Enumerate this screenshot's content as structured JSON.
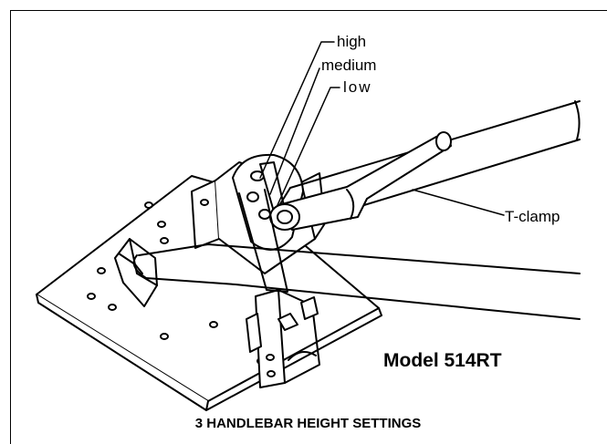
{
  "callouts": {
    "high": "high",
    "medium": "medium",
    "low": "low",
    "t_clamp": "T-clamp"
  },
  "model_label": "Model 514RT",
  "caption": "3 HANDLEBAR HEIGHT SETTINGS"
}
